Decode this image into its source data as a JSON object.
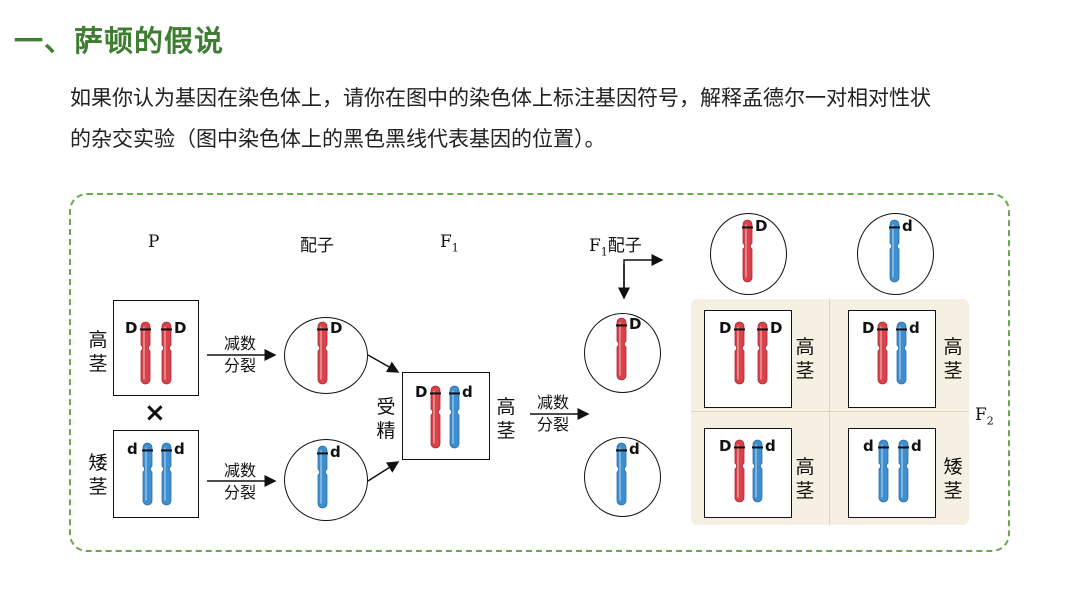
{
  "title": "一、萨顿的假说",
  "paragraph": {
    "line1": "如果你认为基因在染色体上，请你在图中的染色体上标注基因符号，解释孟德尔一对相对性状",
    "line2": "的杂交实验（图中染色体上的黑色黑线代表基因的位置）。"
  },
  "diagram": {
    "headers": {
      "p": "P",
      "gamete": "配子",
      "f1": "F",
      "f1_sub": "1",
      "f1_gamete_prefix": "F",
      "f1_gamete_sub": "1",
      "f1_gamete_suffix": "配子",
      "f2": "F",
      "f2_sub": "2"
    },
    "phenotypes": {
      "tall": "高茎",
      "dwarf": "矮茎"
    },
    "process": {
      "meiosis_line1": "减数",
      "meiosis_line2": "分裂",
      "fertilization": "受精"
    },
    "cross_symbol": "×",
    "genes": {
      "dominant": "D",
      "recessive": "d"
    },
    "colors": {
      "dominant_chromosome": "#d9424a",
      "recessive_chromosome": "#3e8fd0",
      "frame": "#6aa84f",
      "title": "#3f7d32"
    }
  }
}
